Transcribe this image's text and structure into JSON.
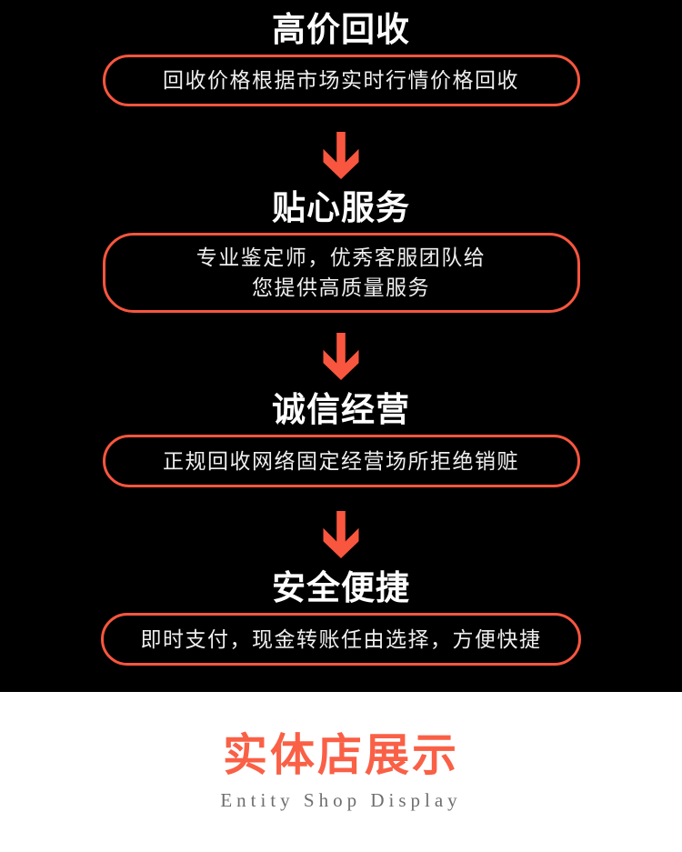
{
  "features": [
    {
      "heading": "高价回收",
      "pill_lines": [
        "回收价格根据市场实时行情价格回收"
      ]
    },
    {
      "heading": "贴心服务",
      "pill_lines": [
        "专业鉴定师，优秀客服团队给",
        "您提供高质量服务"
      ]
    },
    {
      "heading": "诚信经营",
      "pill_lines": [
        "正规回收网络固定经营场所拒绝销赃"
      ]
    },
    {
      "heading": "安全便捷",
      "pill_lines": [
        "即时支付，现金转账任由选择，方便快捷"
      ]
    }
  ],
  "shop": {
    "title": "实体店展示",
    "subtitle": "Entity Shop Display"
  },
  "colors": {
    "background_dark": "#000000",
    "background_light": "#ffffff",
    "accent_red": "#f9563f",
    "shop_title_red": "#f96046",
    "pill_text": "#efefef",
    "heading_text": "#ffffff",
    "subtitle_text": "#6e6e6e"
  },
  "icons": {
    "arrow": "down-arrow-icon"
  }
}
